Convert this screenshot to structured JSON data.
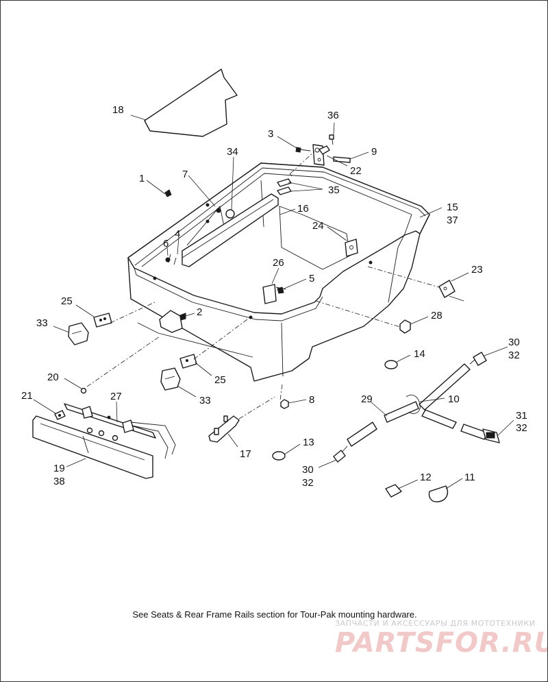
{
  "diagram": {
    "footnote": "See Seats & Rear Frame Rails section for Tour-Pak mounting hardware.",
    "callouts": [
      {
        "id": "c18",
        "text": "18"
      },
      {
        "id": "c36",
        "text": "36"
      },
      {
        "id": "c3",
        "text": "3"
      },
      {
        "id": "c9",
        "text": "9"
      },
      {
        "id": "c22",
        "text": "22"
      },
      {
        "id": "c34",
        "text": "34"
      },
      {
        "id": "c1",
        "text": "1"
      },
      {
        "id": "c7",
        "text": "7"
      },
      {
        "id": "c35",
        "text": "35"
      },
      {
        "id": "c16",
        "text": "16"
      },
      {
        "id": "c15",
        "text": "15"
      },
      {
        "id": "c37",
        "text": "37"
      },
      {
        "id": "c24",
        "text": "24"
      },
      {
        "id": "c6",
        "text": "6"
      },
      {
        "id": "c4",
        "text": "4"
      },
      {
        "id": "c26",
        "text": "26"
      },
      {
        "id": "c23",
        "text": "23"
      },
      {
        "id": "c5",
        "text": "5"
      },
      {
        "id": "c25a",
        "text": "25"
      },
      {
        "id": "c2",
        "text": "2"
      },
      {
        "id": "c28",
        "text": "28"
      },
      {
        "id": "c33a",
        "text": "33"
      },
      {
        "id": "c30a",
        "text": "30"
      },
      {
        "id": "c32a",
        "text": "32"
      },
      {
        "id": "c14",
        "text": "14"
      },
      {
        "id": "c25b",
        "text": "25"
      },
      {
        "id": "c20",
        "text": "20"
      },
      {
        "id": "c33b",
        "text": "33"
      },
      {
        "id": "c21",
        "text": "21"
      },
      {
        "id": "c27",
        "text": "27"
      },
      {
        "id": "c8",
        "text": "8"
      },
      {
        "id": "c29",
        "text": "29"
      },
      {
        "id": "c10",
        "text": "10"
      },
      {
        "id": "c31",
        "text": "31"
      },
      {
        "id": "c32b",
        "text": "32"
      },
      {
        "id": "c17",
        "text": "17"
      },
      {
        "id": "c13",
        "text": "13"
      },
      {
        "id": "c19",
        "text": "19"
      },
      {
        "id": "c38",
        "text": "38"
      },
      {
        "id": "c30b",
        "text": "30"
      },
      {
        "id": "c32c",
        "text": "32"
      },
      {
        "id": "c12",
        "text": "12"
      },
      {
        "id": "c11",
        "text": "11"
      }
    ]
  },
  "watermark": {
    "caption": "ЗАПЧАСТИ И АКСЕССУАРЫ ДЛЯ МОТОТЕХНИКИ",
    "logo": "PARTSFOR.RU"
  }
}
